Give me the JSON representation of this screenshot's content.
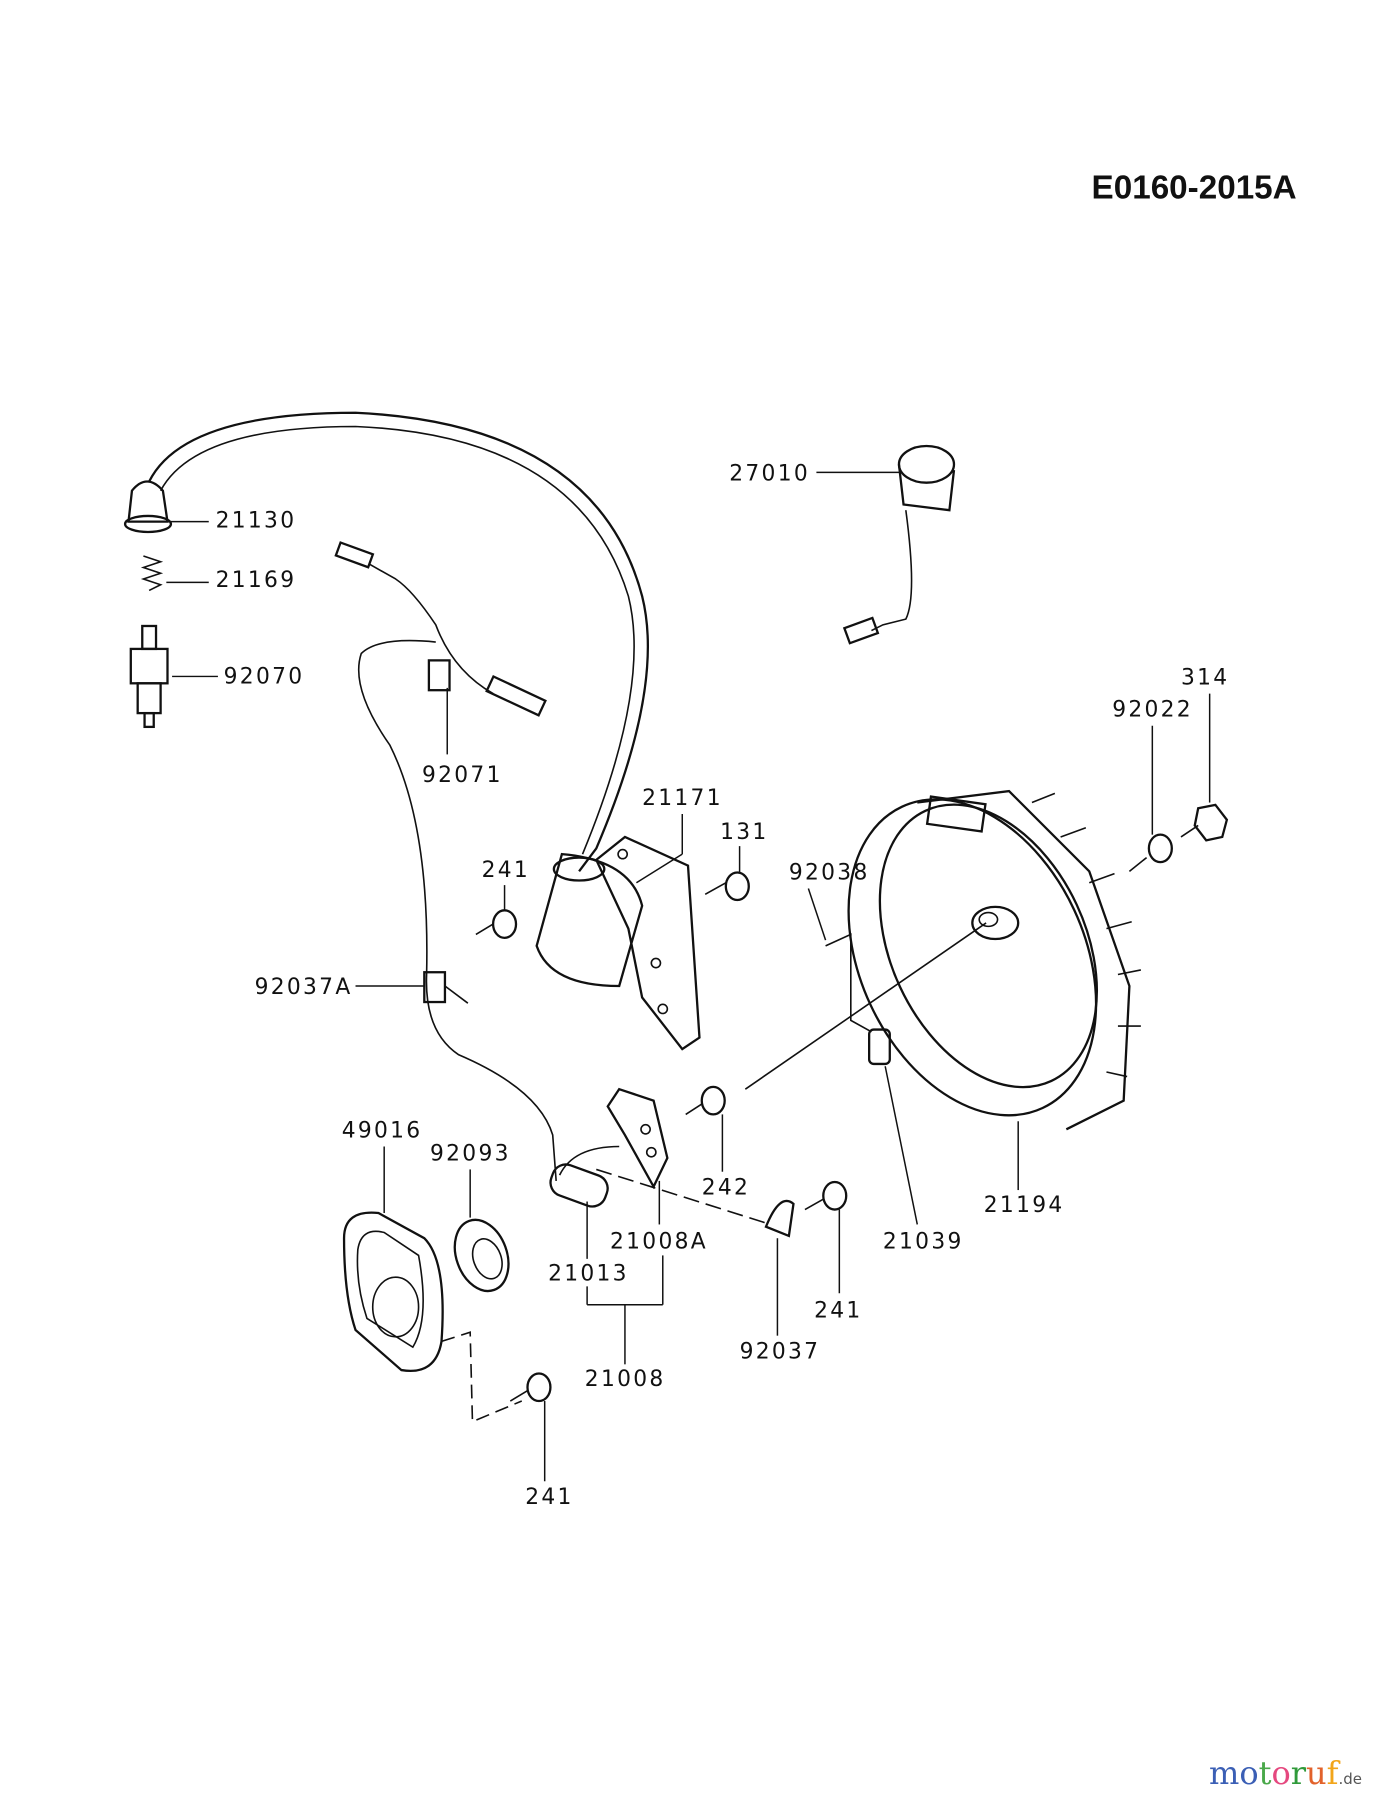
{
  "diagram_code": "E0160-2015A",
  "part_labels": [
    "21130",
    "21169",
    "92070",
    "92071",
    "21171",
    "131",
    "241",
    "92038",
    "92037A",
    "27010",
    "92022",
    "314",
    "21194",
    "21039",
    "242",
    "49016",
    "92093",
    "21008A",
    "21013",
    "21008",
    "92037",
    "241",
    "241"
  ],
  "watermark": {
    "text": "motoruf",
    "suffix": ".de",
    "colors": [
      "#3b5fb5",
      "#3b5fb5",
      "#4aa84a",
      "#e5487f",
      "#2f9a3a",
      "#e2622b",
      "#f2a51a"
    ]
  }
}
